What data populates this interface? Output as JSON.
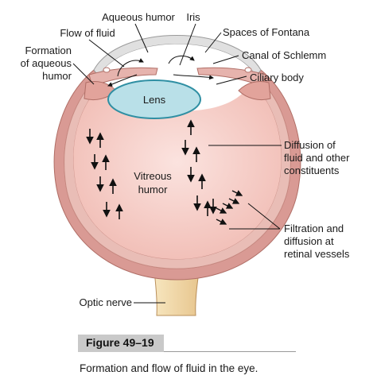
{
  "labels": {
    "aqueous_humor": "Aqueous humor",
    "iris": "Iris",
    "flow_of_fluid": "Flow of fluid",
    "spaces_of_fontana": "Spaces of Fontana",
    "formation_line1": "Formation",
    "formation_line2": "of aqueous",
    "formation_line3": "humor",
    "canal_of_schlemm": "Canal of Schlemm",
    "ciliary_body": "Ciliary body",
    "lens": "Lens",
    "diffusion_line1": "Diffusion of",
    "diffusion_line2": "fluid and other",
    "diffusion_line3": "constituents",
    "vitreous_line1": "Vitreous",
    "vitreous_line2": "humor",
    "filtration_line1": "Filtration and",
    "filtration_line2": "diffusion at",
    "filtration_line3": "retinal vessels",
    "optic_nerve": "Optic nerve"
  },
  "figure": {
    "number": "Figure 49–19",
    "caption": "Formation and flow of fluid in the eye."
  },
  "colors": {
    "sclera": "#d99a94",
    "choroid": "#e9bdb6",
    "vitreous": "#f6d3cd",
    "lens": "#b9e0e8",
    "lens_outline": "#2f8fa3",
    "cornea": "#e0e0e0",
    "optic_nerve": "#f3dfb0"
  }
}
